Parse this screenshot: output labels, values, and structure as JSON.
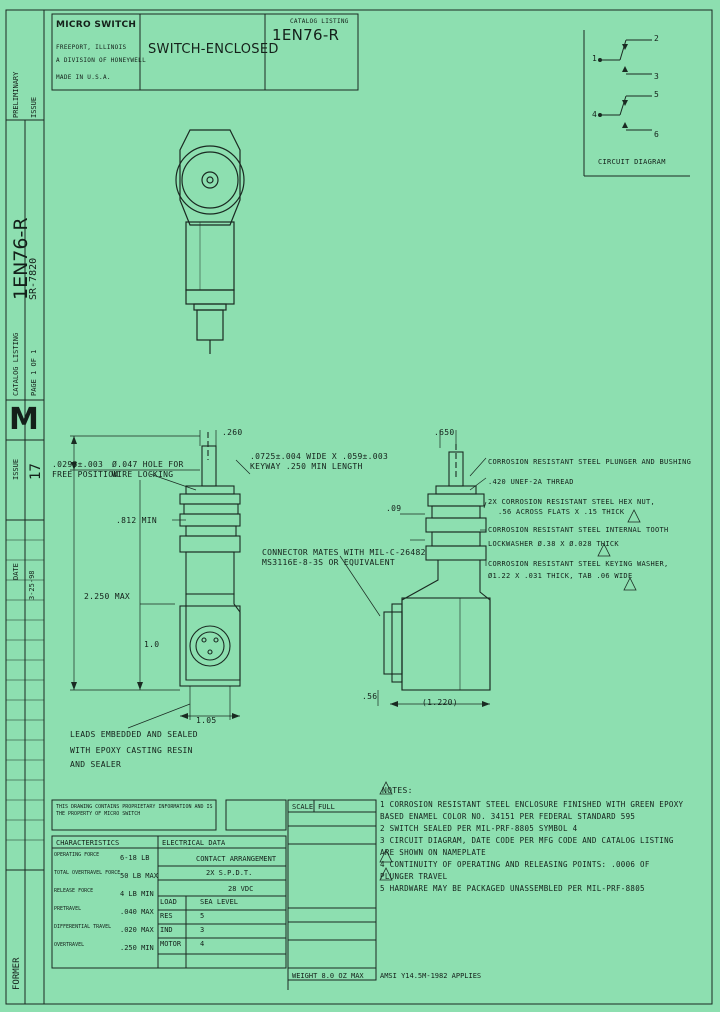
{
  "title_block": {
    "brand": "MICRO SWITCH",
    "brand_sub1": "FREEPORT, ILLINOIS",
    "brand_sub2": "A DIVISION OF HONEYWELL",
    "brand_sub3": "MADE IN U.S.A.",
    "title": "SWITCH-ENCLOSED",
    "catalog_label": "CATALOG LISTING",
    "catalog_number": "1EN76-R"
  },
  "sidebar": {
    "catalog_number": "1EN76-R",
    "catalog_listing": "CATALOG LISTING",
    "page": "PAGE 1 OF 1",
    "issue_label": "ISSUE",
    "issue": "17",
    "date_label": "DATE",
    "date": "3-25-98",
    "letter": "M",
    "drawn": "SR-7820",
    "former": "FORMER",
    "prelim": "PRELIMINARY"
  },
  "circuit": {
    "caption": "CIRCUIT DIAGRAM",
    "terminals": [
      "2",
      "3",
      "5",
      "4",
      "6",
      "1"
    ]
  },
  "dims_left": {
    "d1": ".260",
    "d2": ".0295±.003",
    "d2b": "FREE POSITION",
    "d3": "Ø.047 HOLE FOR",
    "d3b": "WIRE LOCKING",
    "d4": ".0725±.004 WIDE X .059±.003",
    "d4b": "KEYWAY .250 MIN LENGTH",
    "d5": ".812 MIN",
    "d6": "2.250 MAX",
    "d7": "1.0",
    "d8": "1.05",
    "leads1": "LEADS EMBEDDED AND SEALED",
    "leads2": "WITH EPOXY CASTING RESIN",
    "leads3": "AND SEALER",
    "connector1": "CONNECTOR MATES WITH MIL-C-26482",
    "connector2": "MS3116E-8-3S OR EQUIVALENT"
  },
  "dims_right": {
    "d1": ".650",
    "n1": "CORROSION RESISTANT STEEL PLUNGER AND BUSHING",
    "n2": ".420 UNEF-2A THREAD",
    "n3": "2X CORROSION RESISTANT STEEL HEX NUT,",
    "n3b": ".56 ACROSS FLATS X .15 THICK",
    "n4": "CORROSION RESISTANT STEEL INTERNAL TOOTH",
    "n4b": "LOCKWASHER Ø.38 X Ø.028 THICK",
    "n5": "CORROSION RESISTANT STEEL KEYING WASHER,",
    "n5b": "Ø1.22 X .031 THICK, TAB .06 WIDE",
    "d2": ".09",
    "d3": ".56",
    "d4": "(1.220)"
  },
  "notes": {
    "header": "NOTES:",
    "items": [
      {
        "num": "1",
        "text": "CORROSION RESISTANT STEEL ENCLOSURE FINISHED WITH GREEN EPOXY"
      },
      {
        "num": "",
        "text": "BASED ENAMEL COLOR NO. 34151 PER FEDERAL STANDARD 595"
      },
      {
        "num": "2",
        "text": "SWITCH SEALED PER MIL-PRF-8805 SYMBOL 4"
      },
      {
        "num": "3",
        "text": "CIRCUIT DIAGRAM, DATE CODE PER MFG CODE AND CATALOG LISTING"
      },
      {
        "num": "",
        "text": "ARE SHOWN ON NAMEPLATE"
      },
      {
        "num": "4",
        "text": "CONTINUITY OF OPERATING AND RELEASING POINTS: .0006 OF"
      },
      {
        "num": "",
        "text": "PLUNGER TRAVEL"
      },
      {
        "num": "5",
        "text": "HARDWARE MAY BE PACKAGED UNASSEMBLED PER MIL-PRF-8805"
      }
    ]
  },
  "characteristics": {
    "header": "CHARACTERISTICS",
    "rows": [
      {
        "label": "OPERATING FORCE",
        "value": "6-18 LB"
      },
      {
        "label": "TOTAL OVERTRAVEL FORCE",
        "value": "50 LB MAX"
      },
      {
        "label": "RELEASE FORCE",
        "value": "4 LB MIN"
      },
      {
        "label": "PRETRAVEL",
        "value": ".040 MAX"
      },
      {
        "label": "DIFFERENTIAL TRAVEL",
        "value": ".020 MAX"
      },
      {
        "label": "OVERTRAVEL",
        "value": ".250 MIN"
      }
    ]
  },
  "electrical": {
    "header": "ELECTRICAL DATA",
    "arrangement_label": "CONTACT ARRANGEMENT",
    "arrangement": "2X S.P.D.T.",
    "voltage": "28 VDC",
    "sea_level": "SEA LEVEL",
    "rows": [
      {
        "load": "LOAD",
        "value": "SEA LEVEL"
      },
      {
        "load": "RES",
        "value": "5"
      },
      {
        "load": "IND",
        "value": "3"
      },
      {
        "load": "MOTOR",
        "value": "4"
      }
    ]
  },
  "misc": {
    "scale_label": "SCALE",
    "scale": "FULL",
    "weight": "WEIGHT 8.0 OZ MAX",
    "spec": "AMSI Y14.5M-1982 APPLIES",
    "copyright": "THIS DRAWING CONTAINS PROPRIETARY INFORMATION AND IS THE PROPERTY OF MICRO SWITCH"
  }
}
